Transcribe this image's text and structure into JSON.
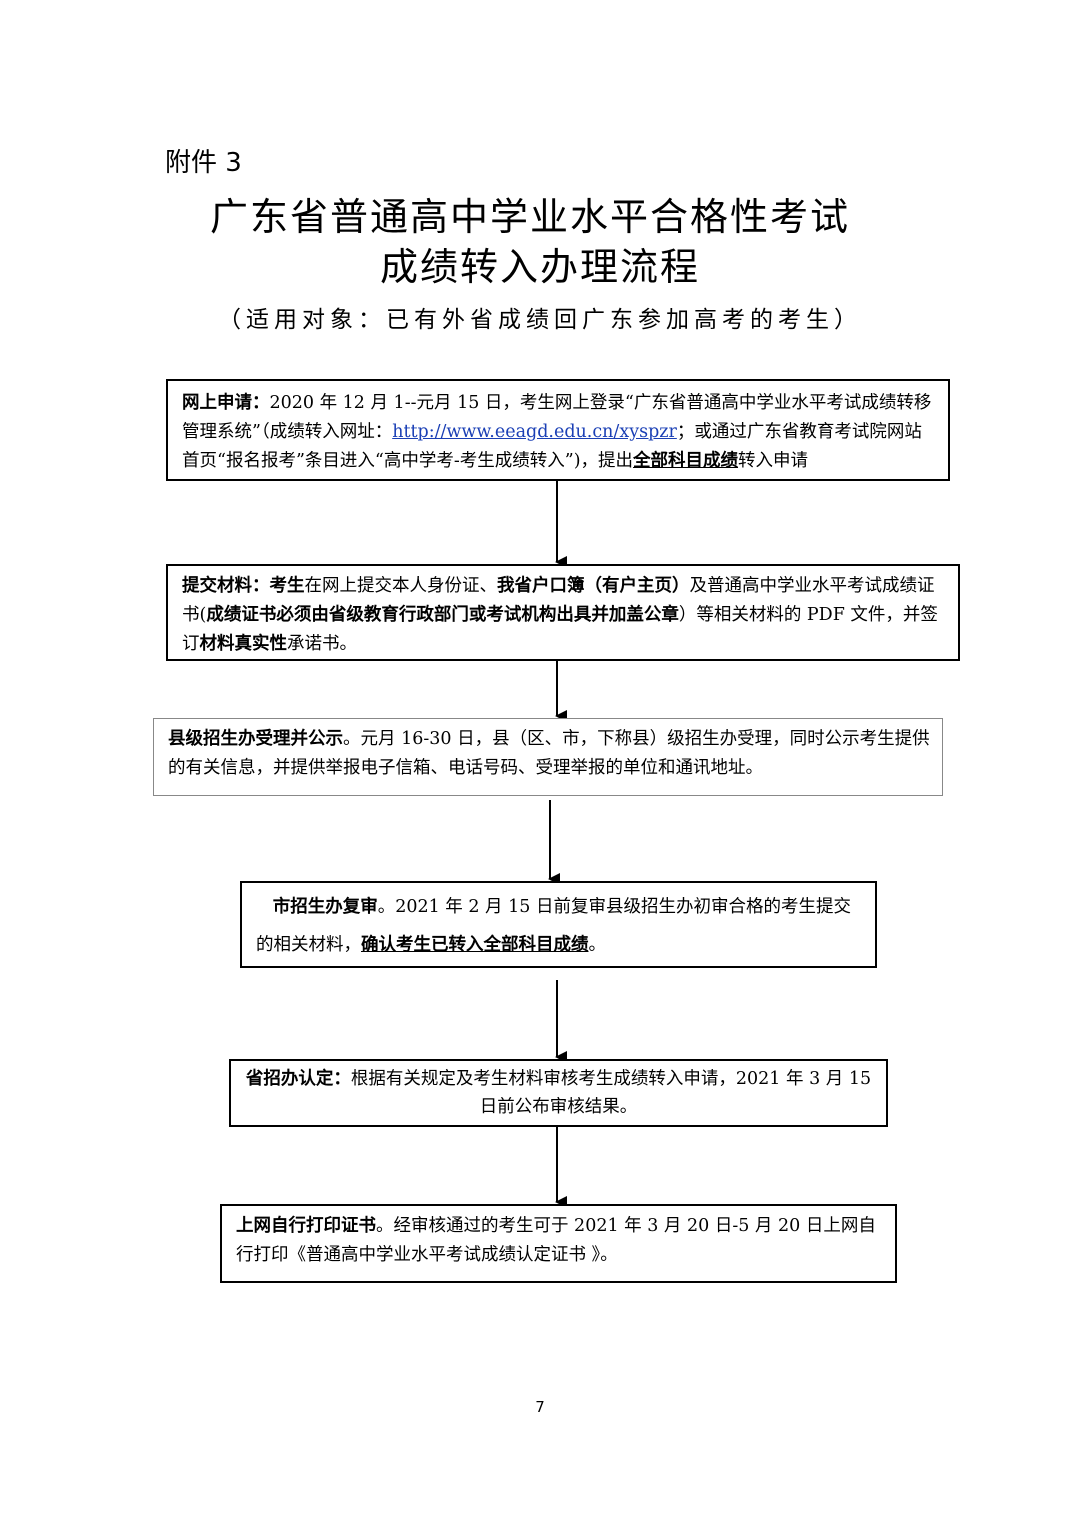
{
  "attachment_label": "附件 3",
  "title_line1": "广东省普通高中学业水平合格性考试",
  "title_line2": "成绩转入办理流程",
  "subtitle": "（适用对象：已有外省成绩回广东参加高考的考生）",
  "steps": [
    {
      "heading": "网上申请：",
      "text_a": "2020 年 12 月 1--元月 15 日，考生网上登录“广东省普通高中学业水平考试成绩转移管理系统”（成绩转入网址：",
      "link": "http://www.eeagd.edu.cn/xyspzr",
      "text_b": "；或通过广东省教育考试院网站首页“报名报考”条目进入“高中学考-考生成绩转入”)，提出",
      "emphasis": "全部科目成绩",
      "text_c": "转入申请"
    },
    {
      "heading": "提交材料：",
      "bold_a": "考生",
      "text_a": "在网上提交本人身份证、",
      "bold_b": "我省户口簿（有户主页）",
      "text_b": "及普通高中学业水平考试成绩证书(",
      "bold_c": "成绩证书必须由省级教育行政部门或考试机构出具并加盖公章",
      "text_c": "）等相关材料的 PDF 文件，并签订",
      "bold_d": "材料真实性",
      "text_d": "承诺书。"
    },
    {
      "heading": "县级招生办受理并公示",
      "text_a": "。元月 16-30 日，县（区、市，下称县）级招生办受理，同时公示考生提供的有关信息，并提供举报电子信箱、电话号码、受理举报的单位和通讯地址。"
    },
    {
      "heading": "市招生办复审",
      "text_a": "。2021 年 2 月 15 日前复审县级招生办初审合格的考生提交的相关材料，",
      "emphasis": "确认考生已转入全部科目成绩",
      "text_b": "。"
    },
    {
      "heading": "省招办认定：",
      "text_a": "根据有关规定及考生材料审核考生成绩转入申请，2021 年 3 月 15 日前公布审核结果。"
    },
    {
      "heading": "上网自行打印证书",
      "text_a": "。经审核通过的考生可于 2021 年 3 月 20 日-5 月 20 日上网自行打印《普通高中学业水平考试成绩认定证书 》。"
    }
  ],
  "page_number": "7"
}
